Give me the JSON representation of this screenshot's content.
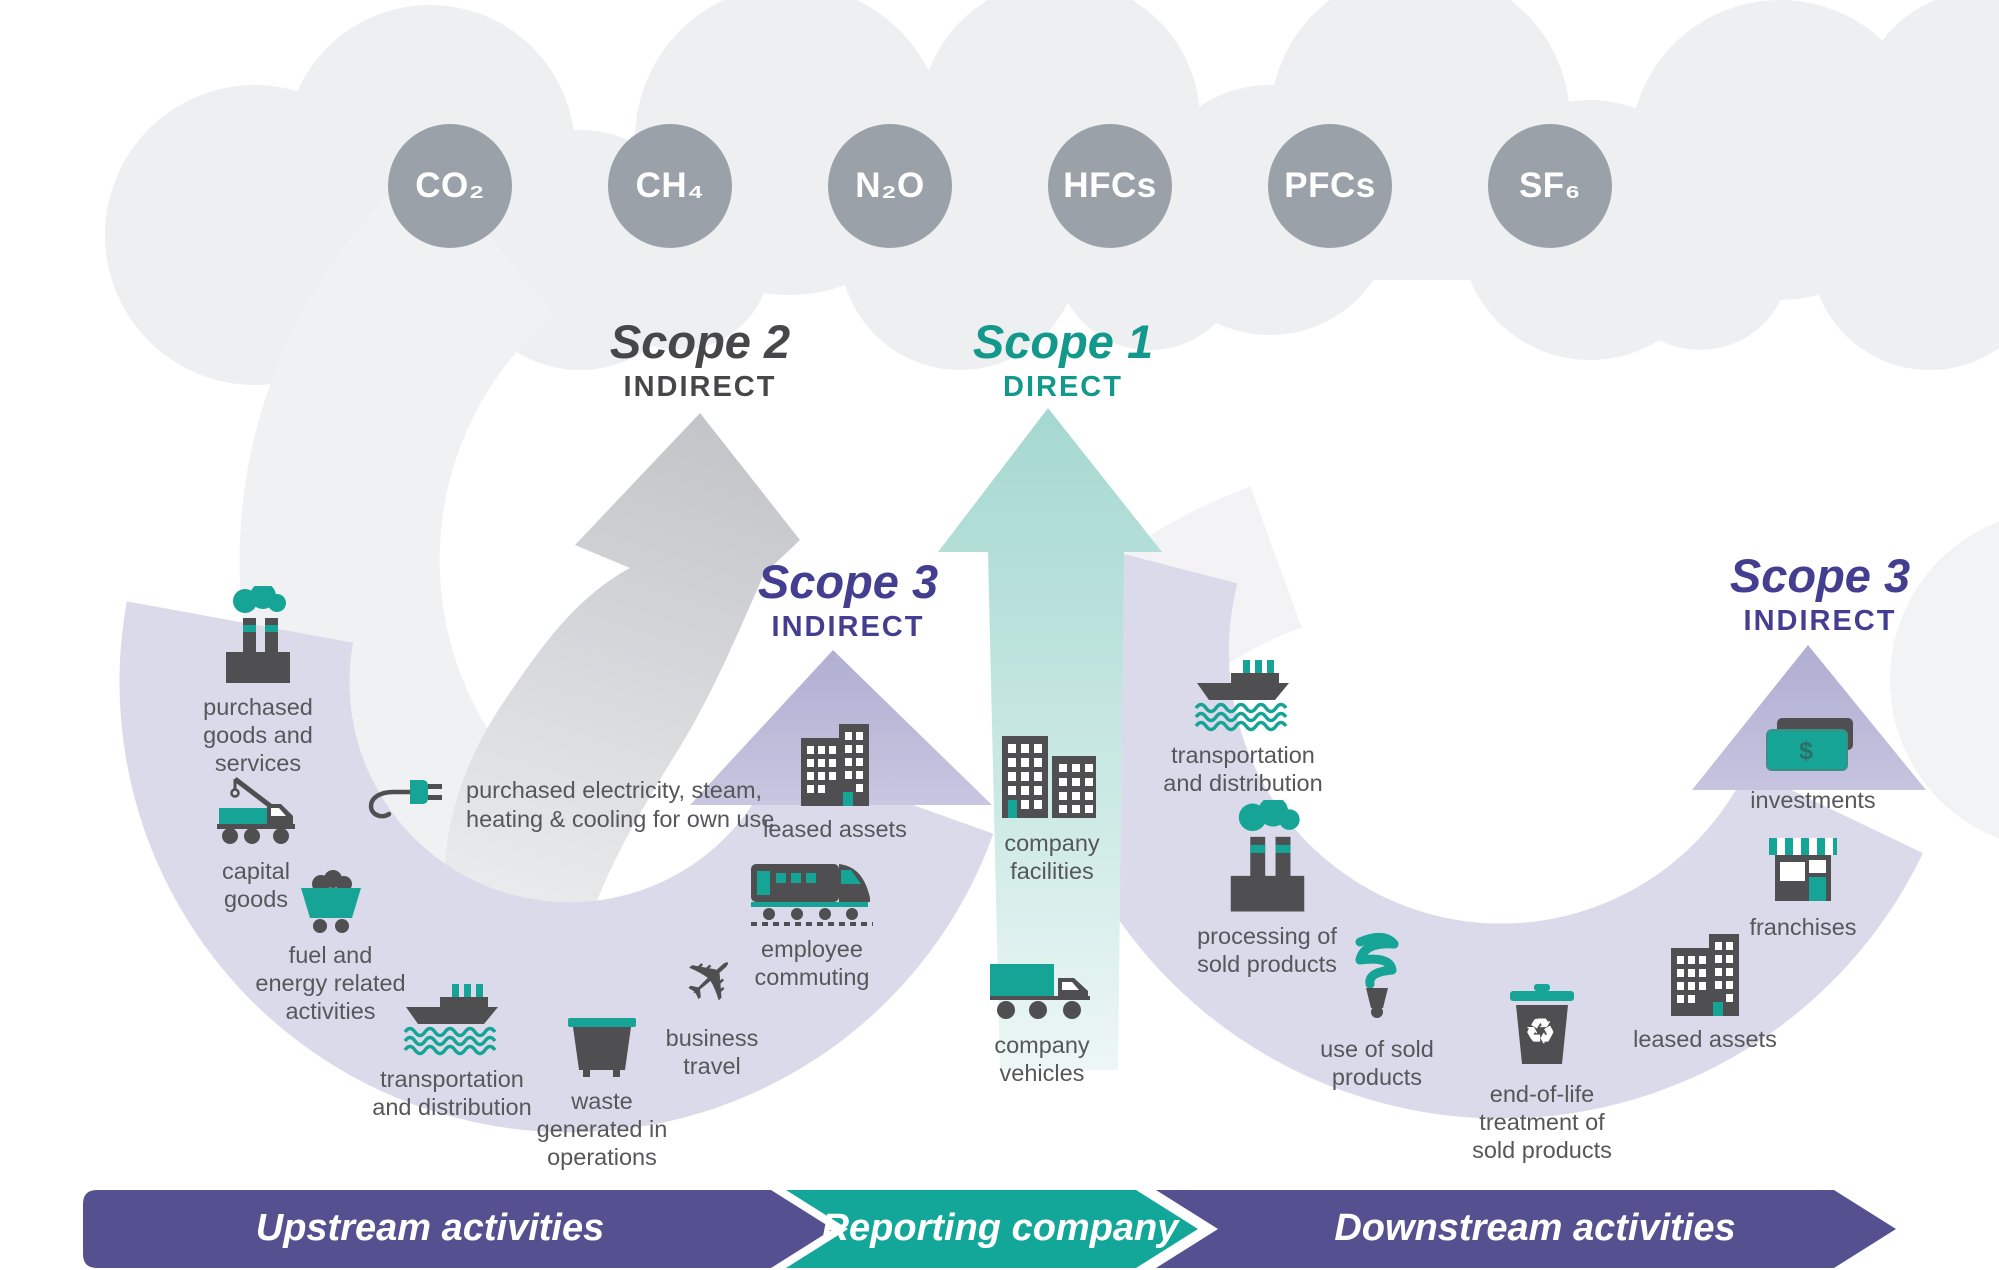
{
  "title": "GHG Protocol scopes and emissions across the value chain",
  "gases": [
    {
      "label": "CO₂"
    },
    {
      "label": "CH₄"
    },
    {
      "label": "N₂O"
    },
    {
      "label": "HFCs"
    },
    {
      "label": "PFCs"
    },
    {
      "label": "SF₆"
    }
  ],
  "scopes": {
    "scope2": {
      "title": "Scope 2",
      "kind": "INDIRECT"
    },
    "scope1": {
      "title": "Scope 1",
      "kind": "DIRECT"
    },
    "scope3_upstream": {
      "title": "Scope 3",
      "kind": "INDIRECT"
    },
    "scope3_downstream": {
      "title": "Scope 3",
      "kind": "INDIRECT"
    }
  },
  "note": {
    "label": "purchased electricity, steam,\nheating & cooling for own use"
  },
  "upstream_items": [
    {
      "id": "purchased-goods",
      "label": "purchased\ngoods and\nservices"
    },
    {
      "id": "capital-goods",
      "label": "capital\ngoods"
    },
    {
      "id": "fuel-energy",
      "label": "fuel and\nenergy related\nactivities"
    },
    {
      "id": "transportation-distribution",
      "label": "transportation\nand distribution"
    },
    {
      "id": "waste",
      "label": "waste\ngenerated in\noperations"
    },
    {
      "id": "business-travel",
      "label": "business\ntravel"
    },
    {
      "id": "employee-commuting",
      "label": "employee\ncommuting"
    },
    {
      "id": "leased-assets",
      "label": "leased assets"
    }
  ],
  "company_items": [
    {
      "id": "company-facilities",
      "label": "company\nfacilities"
    },
    {
      "id": "company-vehicles",
      "label": "company\nvehicles"
    }
  ],
  "downstream_items": [
    {
      "id": "transportation-distribution",
      "label": "transportation\nand distribution"
    },
    {
      "id": "processing-sold-products",
      "label": "processing of\nsold products"
    },
    {
      "id": "use-of-sold-products",
      "label": "use of sold\nproducts"
    },
    {
      "id": "end-of-life",
      "label": "end-of-life\ntreatment of\nsold products"
    },
    {
      "id": "leased-assets",
      "label": "leased assets"
    },
    {
      "id": "franchises",
      "label": "franchises"
    },
    {
      "id": "investments",
      "label": "investments"
    }
  ],
  "footer": {
    "upstream": "Upstream activities",
    "reporting": "Reporting company",
    "downstream": "Downstream activities"
  },
  "icons": {
    "plane_glyph": "✈",
    "recycle_glyph": "♻",
    "dollar_glyph": "$"
  },
  "colors": {
    "accent_teal": "#16a496",
    "scope1_teal_arrow": "#a5d8d1",
    "scope2_gray_arrow": "#c3c5c9",
    "scope3_purple_band": "#dbdaeb",
    "scope3_purple_head": "#b0aed2",
    "heading_purple": "#443e90",
    "heading_teal": "#13988c",
    "heading_gray": "#47474a",
    "label_gray": "#57575a",
    "gas_circle_gray": "#9ba1a8",
    "cloud_gray": "#edeff1",
    "ribbon_purple": "#55508f",
    "ribbon_teal": "#13a79a",
    "icon_dark": "#4f4f52"
  }
}
